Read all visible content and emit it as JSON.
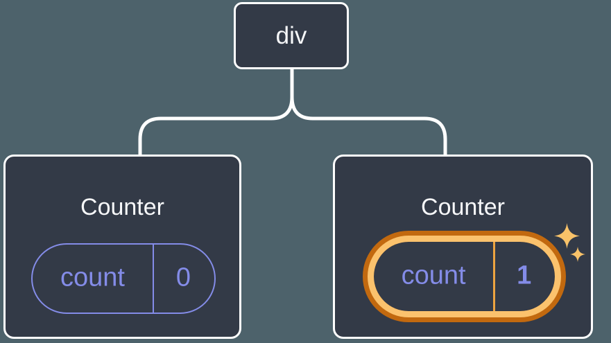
{
  "diagram": {
    "type": "component-tree",
    "root_node": {
      "label": "div"
    },
    "children": [
      {
        "title": "Counter",
        "state_key": "count",
        "state_value": "0",
        "highlighted": false
      },
      {
        "title": "Counter",
        "state_key": "count",
        "state_value": "1",
        "highlighted": true,
        "sparkles": true
      }
    ]
  },
  "icons": {
    "sparkle_large": "sparkle-icon",
    "sparkle_small": "sparkle-icon"
  },
  "colors": {
    "bg": "#4d626b",
    "card": "#333a47",
    "line": "#ffffff",
    "text": "#f6f7f9",
    "purple": "#848ce8",
    "orange-light": "#fbc26d",
    "orange-dark": "#c2690f",
    "orange-mid": "#eea440",
    "star": "#f8c269"
  }
}
